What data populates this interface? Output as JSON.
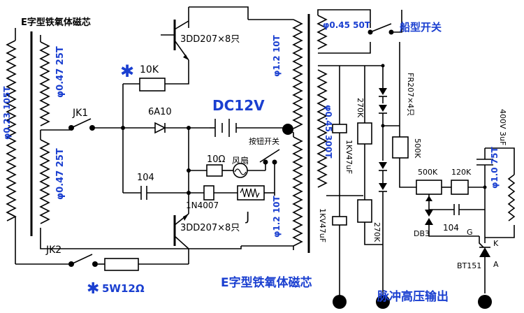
{
  "title_top_core": "E字型铁氧体磁芯",
  "title_bottom_core": "E字型铁氧体磁芯",
  "output_label": "脉冲高压输出",
  "boat_switch": "船型开关",
  "push_switch": "按钮开关",
  "fan": "风扇",
  "dc_source": "DC12V",
  "coils": {
    "primary_left": "φ0.23 105T",
    "top_left": "φ0.47 25T",
    "bottom_left": "φ0.47 25T",
    "top_center": "φ1.2 10T",
    "bottom_center": "φ1.2 10T",
    "right_top": "φ0.45 50T",
    "right_mid": "φ0.45 300T",
    "out": "φ1.0 75T"
  },
  "components": {
    "r_10k": "10K",
    "diode_6a10": "6A10",
    "cap_104": "104",
    "r_10ohm": "10Ω",
    "diode_1n4007": "1N4007",
    "relay_j": "J",
    "transistor_top": "3DD207×8只",
    "transistor_bottom": "3DD207×8只",
    "jk1": "JK1",
    "jk2": "JK2",
    "r_5w": "5W12Ω",
    "star": "✱",
    "cap_1kv_top": "1KV47uF",
    "cap_1kv_bottom": "1KV47uF",
    "r_270k_top": "270K",
    "r_270k_bottom": "270K",
    "diode_fr207": "FR207×4只",
    "r_500k_v": "500K",
    "r_500k_h": "500K",
    "r_120k": "120K",
    "cap_400v": "400V 3uF",
    "db3": "DB3",
    "cap_104_b": "104",
    "g": "G",
    "k": "K",
    "a": "A",
    "scr": "BT151"
  }
}
